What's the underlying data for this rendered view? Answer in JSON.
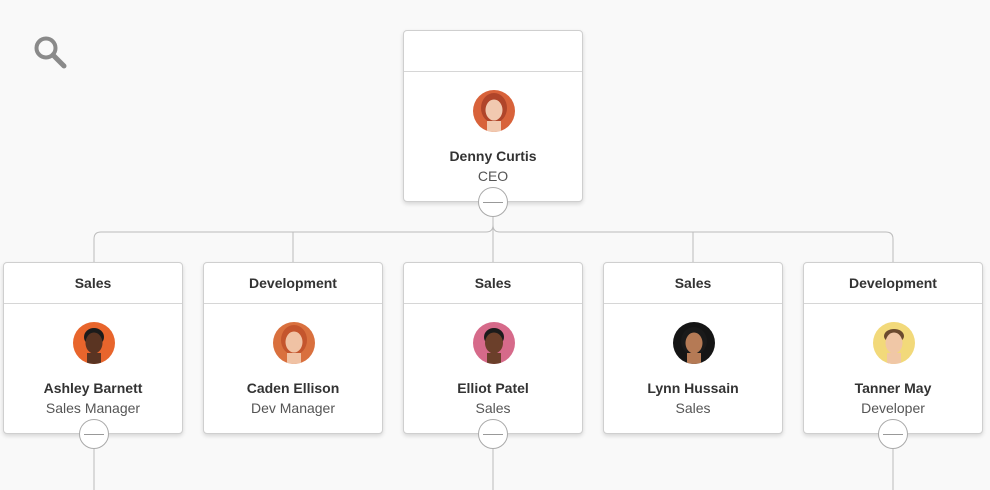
{
  "toolbar": {
    "search_icon": "magnifier-icon"
  },
  "root": {
    "department": "",
    "name": "Denny Curtis",
    "title": "CEO",
    "avatar": {
      "skin": "#f1c9b0",
      "hair": "#b0452a",
      "bg": "#d8623a"
    }
  },
  "children": [
    {
      "department": "Sales",
      "name": "Ashley Barnett",
      "title": "Sales Manager",
      "avatar": {
        "skin": "#5a3422",
        "hair": "#1b1b1b",
        "bg": "#e8652c"
      },
      "has_children": true
    },
    {
      "department": "Development",
      "name": "Caden Ellison",
      "title": "Dev Manager",
      "avatar": {
        "skin": "#f0c2a4",
        "hair": "#c4552d",
        "bg": "#d9703e"
      },
      "has_children": false
    },
    {
      "department": "Sales",
      "name": "Elliot Patel",
      "title": "Sales",
      "avatar": {
        "skin": "#6b3f2a",
        "hair": "#1b1b1b",
        "bg": "#d66a8a"
      },
      "has_children": true
    },
    {
      "department": "Sales",
      "name": "Lynn Hussain",
      "title": "Sales",
      "avatar": {
        "skin": "#b57a55",
        "hair": "#1a1a1a",
        "bg": "#151515"
      },
      "has_children": false
    },
    {
      "department": "Development",
      "name": "Tanner May",
      "title": "Developer",
      "avatar": {
        "skin": "#f0c7a6",
        "hair": "#6b4a2e",
        "bg": "#f2d97a"
      },
      "has_children": true
    }
  ],
  "colors": {
    "line": "#bcbcbc",
    "card_border": "#cfcfcf",
    "text": "#333333",
    "subtext": "#555555"
  }
}
